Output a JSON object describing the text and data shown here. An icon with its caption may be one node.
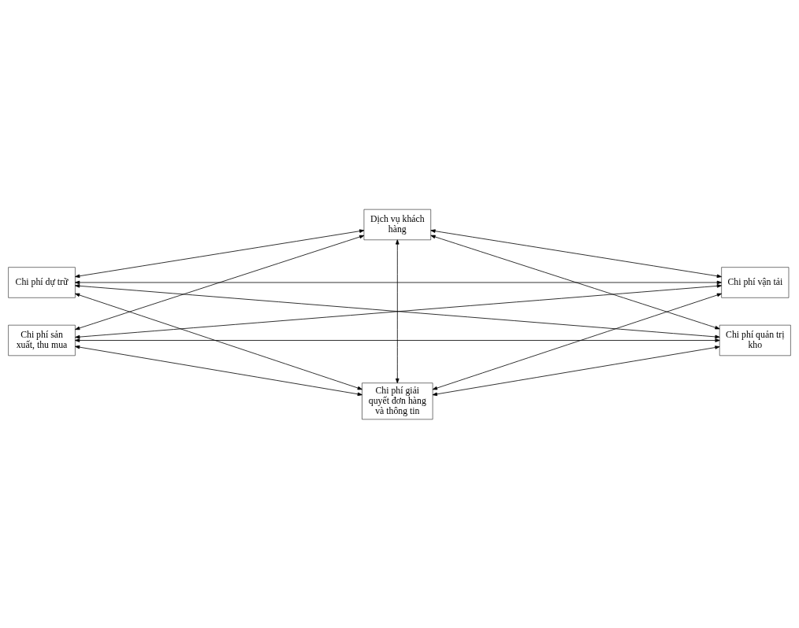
{
  "diagram": {
    "nodes": [
      {
        "text": [
          "Dịch vụ khách hàng"
        ]
      },
      {
        "text": [
          "Chi phí dự trữ"
        ]
      },
      {
        "text": [
          "Chi phí vận tải"
        ]
      },
      {
        "text": [
          "Chi phí sản xuất, thu mua"
        ]
      },
      {
        "text": [
          "Chi phí quản trị kho"
        ]
      },
      {
        "text": [
          "Chi phí giải quyết đơn hàng và thông tin"
        ]
      }
    ],
    "edges": [
      {
        "from": 0,
        "to": 1,
        "arrow": "both"
      },
      {
        "from": 0,
        "to": 3,
        "arrow": "both"
      },
      {
        "from": 0,
        "to": 5,
        "arrow": "both"
      },
      {
        "from": 0,
        "to": 4,
        "arrow": "both"
      },
      {
        "from": 0,
        "to": 2,
        "arrow": "both"
      },
      {
        "from": 1,
        "to": 2,
        "arrow": "both"
      },
      {
        "from": 1,
        "to": 4,
        "arrow": "both"
      },
      {
        "from": 1,
        "to": 5,
        "arrow": "both"
      },
      {
        "from": 3,
        "to": 2,
        "arrow": "both"
      },
      {
        "from": 3,
        "to": 4,
        "arrow": "both"
      },
      {
        "from": 3,
        "to": 5,
        "arrow": "both"
      },
      {
        "from": 2,
        "to": 5,
        "arrow": "both"
      },
      {
        "from": 4,
        "to": 5,
        "arrow": "both"
      }
    ]
  }
}
